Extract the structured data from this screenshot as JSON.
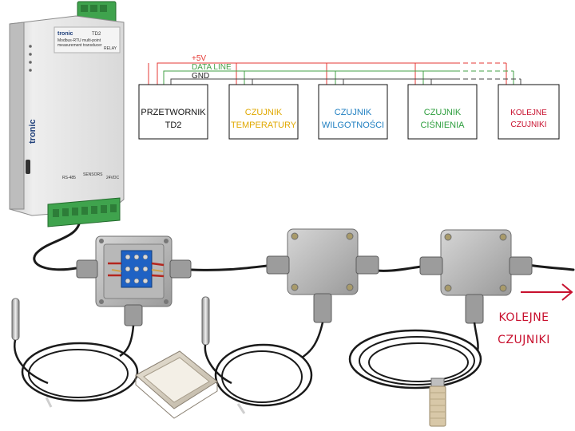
{
  "bus": {
    "power": {
      "label": "+5V",
      "color": "#e53935"
    },
    "data": {
      "label": "DATA LINE",
      "color": "#43a047"
    },
    "ground": {
      "label": "GND",
      "color": "#444444"
    }
  },
  "boxes": [
    {
      "id": "converter",
      "lines": [
        "PRZETWORNIK",
        "TD2"
      ],
      "color": "#111111"
    },
    {
      "id": "temp",
      "lines": [
        "CZUJNIK",
        "TEMPERATURY"
      ],
      "color": "#e0a800"
    },
    {
      "id": "humid",
      "lines": [
        "CZUJNIK",
        "WILGOTNOŚCI"
      ],
      "color": "#1f7fc1"
    },
    {
      "id": "pressure",
      "lines": [
        "CZUJNIK",
        "CIŚNIENIA"
      ],
      "color": "#2e9e3e"
    },
    {
      "id": "more",
      "lines": [
        "KOLEJNE",
        "CZUJNIKI"
      ],
      "color": "#c8102e"
    }
  ],
  "device": {
    "brand": "tronic",
    "model": "TD2",
    "subtitle_1": "Modbus-RTU multi-point",
    "subtitle_2": "measurement transducer",
    "terminal_labels": [
      "RS-485",
      "SENSORS",
      "24VDC"
    ],
    "relay": "RELAY"
  },
  "callout": {
    "line1": "KOLEJNE",
    "line2": "CZUJNIKI",
    "color": "#c8102e"
  }
}
